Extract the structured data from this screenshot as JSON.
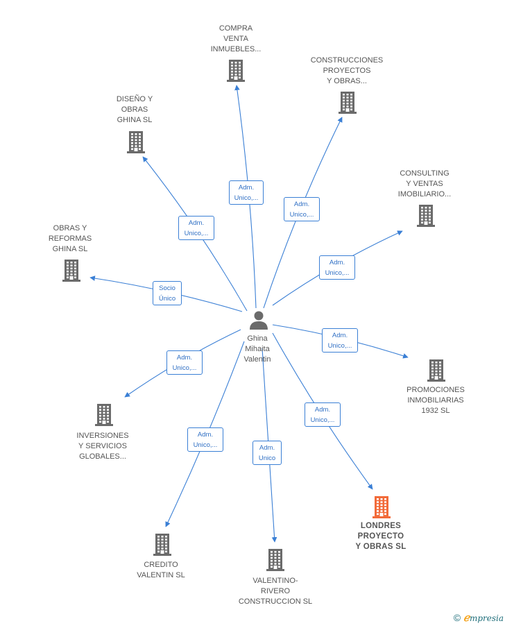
{
  "center": {
    "name": "Ghina\nMihaita\nValentin"
  },
  "companies": [
    {
      "name": "COMPRA\nVENTA\nINMUEBLES...",
      "highlight": false
    },
    {
      "name": "CONSTRUCCIONES\nPROYECTOS\nY OBRAS...",
      "highlight": false
    },
    {
      "name": "DISEÑO Y\nOBRAS\nGHINA  SL",
      "highlight": false
    },
    {
      "name": "CONSULTING\nY VENTAS\nIMOBILIARIO...",
      "highlight": false
    },
    {
      "name": "OBRAS Y\nREFORMAS\nGHINA  SL",
      "highlight": false
    },
    {
      "name": "PROMOCIONES\nINMOBILIARIAS\n1932  SL",
      "highlight": false
    },
    {
      "name": "INVERSIONES\nY SERVICIOS\nGLOBALES...",
      "highlight": false
    },
    {
      "name": "LONDRES\nPROYECTO\nY OBRAS  SL",
      "highlight": true
    },
    {
      "name": "CREDITO\nVALENTIN  SL",
      "highlight": false
    },
    {
      "name": "VALENTINO-\nRIVERO\nCONSTRUCCION SL",
      "highlight": false
    }
  ],
  "edges": [
    {
      "to": 0,
      "label": "Adm.\nUnico,..."
    },
    {
      "to": 1,
      "label": "Adm.\nUnico,..."
    },
    {
      "to": 2,
      "label": "Adm.\nUnico,..."
    },
    {
      "to": 3,
      "label": "Adm.\nUnico,..."
    },
    {
      "to": 4,
      "label": "Socio\nÚnico"
    },
    {
      "to": 5,
      "label": "Adm.\nUnico,..."
    },
    {
      "to": 6,
      "label": "Adm.\nUnico,..."
    },
    {
      "to": 7,
      "label": "Adm.\nUnico,..."
    },
    {
      "to": 8,
      "label": "Adm.\nUnico,..."
    },
    {
      "to": 9,
      "label": "Adm.\nUnico"
    }
  ],
  "colors": {
    "edge": "#3a7fd5",
    "building": "#6b6b6b",
    "building_highlight": "#f26b3a",
    "person": "#6b6b6b"
  },
  "icons": {
    "person": "person-icon",
    "company": "building-icon"
  },
  "footer": {
    "copyright": "©",
    "brand_initial": "ℯ",
    "brand_rest": "mpresia"
  }
}
